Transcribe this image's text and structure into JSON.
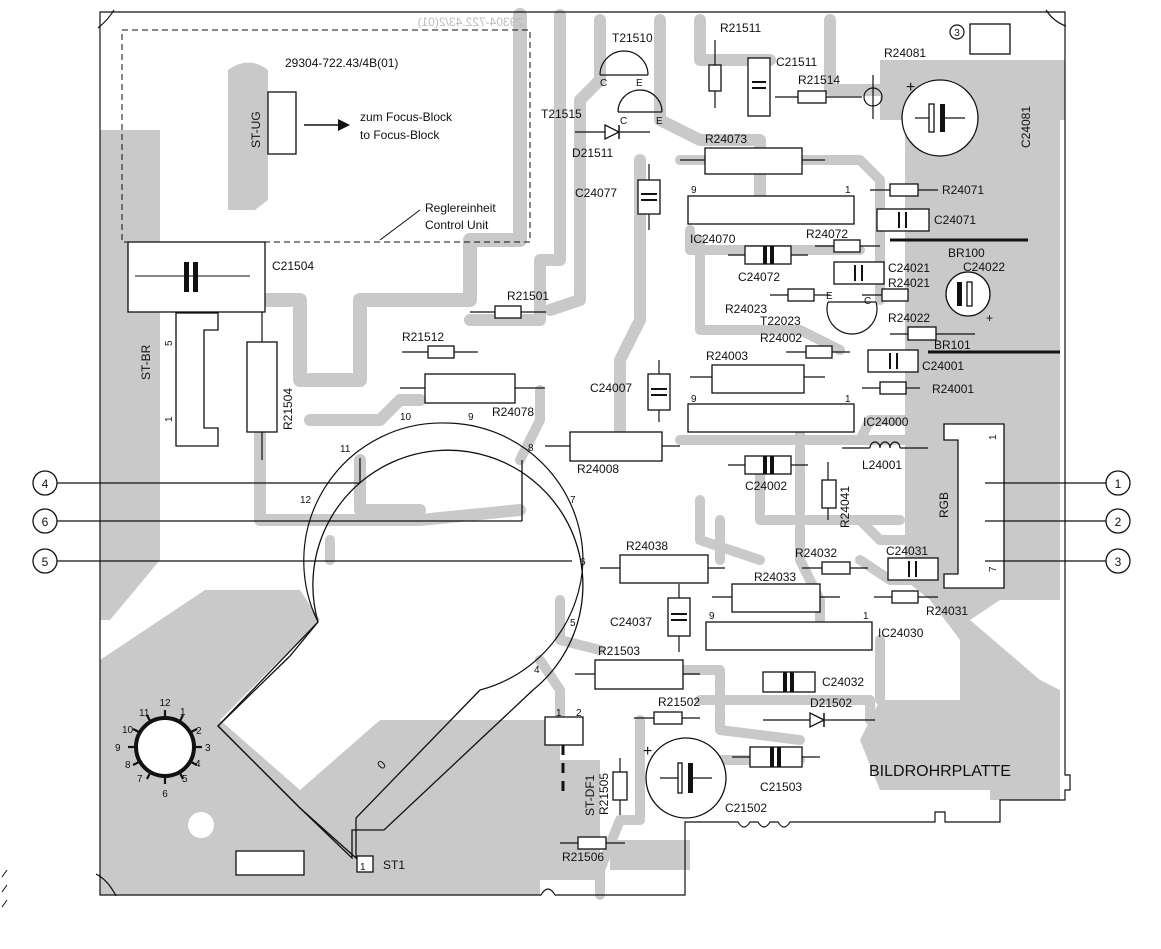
{
  "board": {
    "mirrored_code": "29304-722.43/2(01)",
    "code": "29304-722.43/4B(01)",
    "title": "BILDROHRPLATTE",
    "corner_mark": "3"
  },
  "control_unit": {
    "connector": "ST-UG",
    "dest_de": "zum Focus-Block",
    "dest_en": "to Focus-Block",
    "name_de": "Reglereinheit",
    "name_en": "Control Unit"
  },
  "connectors": {
    "st_br": "ST-BR",
    "st_br_pin_top": "5",
    "st_br_pin_bottom": "1",
    "rgb": "RGB",
    "rgb_pin_top": "1",
    "rgb_pin_bottom": "7",
    "st_df1": "ST-DF1",
    "st_df1_pin1": "1",
    "st_df1_pin2": "2",
    "st1": "ST1",
    "st1_pin": "1"
  },
  "external_pins": {
    "p1": "1",
    "p2": "2",
    "p3": "3",
    "p4": "4",
    "p5": "5",
    "p6": "6"
  },
  "socket_pins": [
    "12",
    "11",
    "10",
    "9",
    "8",
    "7",
    "6",
    "5",
    "4"
  ],
  "socket_label": "0",
  "dial_numbers": [
    "12",
    "1",
    "2",
    "3",
    "4",
    "5",
    "6",
    "7",
    "8",
    "9",
    "10",
    "11"
  ],
  "ic_pins": {
    "first": "9",
    "last": "1"
  },
  "components": {
    "T21510": "T21510",
    "R21511": "R21511",
    "C21511": "C21511",
    "R21514": "R21514",
    "R24081": "R24081",
    "C24081": "C24081",
    "T21515": "T21515",
    "D21511": "D21511",
    "R24073": "R24073",
    "C24077": "C24077",
    "R24071": "R24071",
    "C24071": "C24071",
    "IC24070": "IC24070",
    "R24072": "R24072",
    "BR100": "BR100",
    "C24072": "C24072",
    "C24021": "C24021",
    "R24021": "R24021",
    "C24022": "C24022",
    "R24023": "R24023",
    "T22023": "T22023",
    "R24022": "R24022",
    "C21504": "C21504",
    "R21501": "R21501",
    "R24002": "R24002",
    "BR101": "BR101",
    "R21512": "R21512",
    "R24003": "R24003",
    "C24001": "C24001",
    "R24078": "R24078",
    "C24007": "C24007",
    "R24001": "R24001",
    "R21504": "R21504",
    "IC24000": "IC24000",
    "R24008": "R24008",
    "L24001": "L24001",
    "C24002": "C24002",
    "R24041": "R24041",
    "R24038": "R24038",
    "R24032": "R24032",
    "C24031": "C24031",
    "R24033": "R24033",
    "R24031": "R24031",
    "C24037": "C24037",
    "IC24030": "IC24030",
    "R21503": "R21503",
    "C24032": "C24032",
    "R21502": "R21502",
    "D21502": "D21502",
    "C21503": "C21503",
    "R21505": "R21505",
    "C21502": "C21502",
    "R21506": "R21506"
  },
  "transistor_pins": {
    "c": "C",
    "e": "E"
  },
  "polarity": {
    "plus": "+"
  }
}
